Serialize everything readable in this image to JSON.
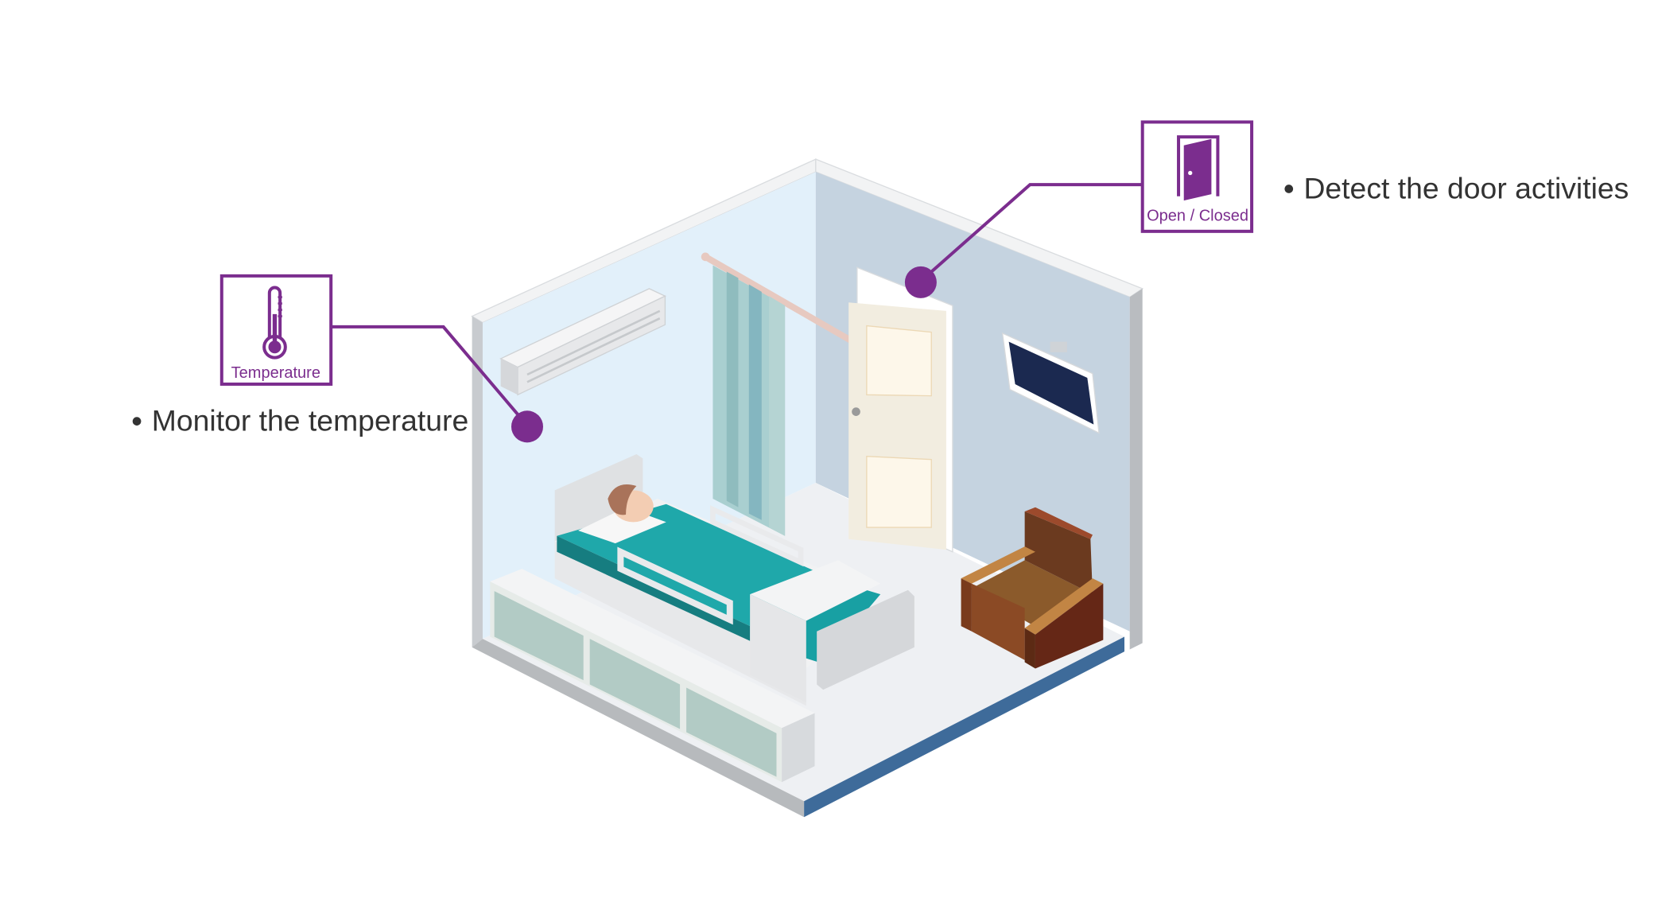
{
  "colors": {
    "accent": "#7b2d8e",
    "text": "#333333",
    "wall_left": "#e2f0fa",
    "wall_back": "#c5d3e0",
    "floor": "#eef0f3",
    "floor_edge": "#3e6b9a",
    "sheet": "#1fa8aa",
    "chair": "#6b3a1f"
  },
  "sensors": [
    {
      "name": "temperature-sensor",
      "icon": "thermometer-icon",
      "label": "Temperature",
      "description": "Monitor the temperature"
    },
    {
      "name": "door-sensor",
      "icon": "door-open-icon",
      "label": "Open / Closed",
      "description": "Detect the door activities"
    }
  ]
}
